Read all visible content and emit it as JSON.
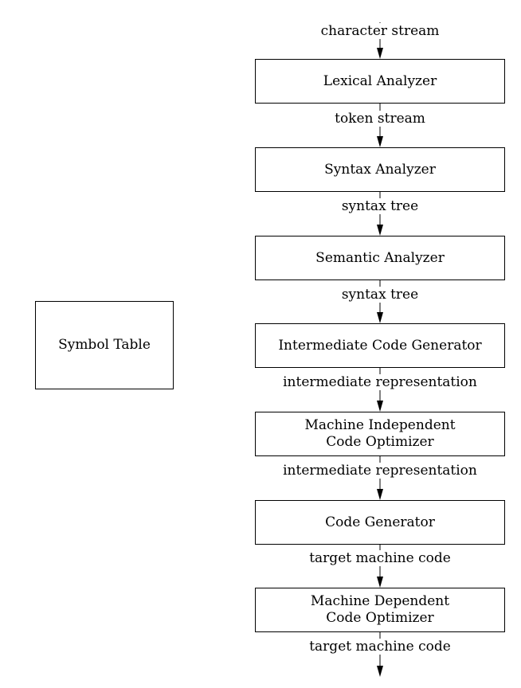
{
  "diagram": {
    "symbol_table": "Symbol Table",
    "phases": [
      {
        "lines": [
          "Lexical Analyzer"
        ]
      },
      {
        "lines": [
          "Syntax Analyzer"
        ]
      },
      {
        "lines": [
          "Semantic Analyzer"
        ]
      },
      {
        "lines": [
          "Intermediate Code Generator"
        ]
      },
      {
        "lines": [
          "Machine Independent",
          "Code Optimizer"
        ]
      },
      {
        "lines": [
          "Code Generator"
        ]
      },
      {
        "lines": [
          "Machine Dependent",
          "Code Optimizer"
        ]
      }
    ],
    "streams": [
      "character stream",
      "token stream",
      "syntax tree",
      "syntax tree",
      "intermediate representation",
      "intermediate representation",
      "target machine code",
      "target machine code"
    ],
    "colors": {
      "stroke": "#000000",
      "background": "#ffffff"
    }
  }
}
